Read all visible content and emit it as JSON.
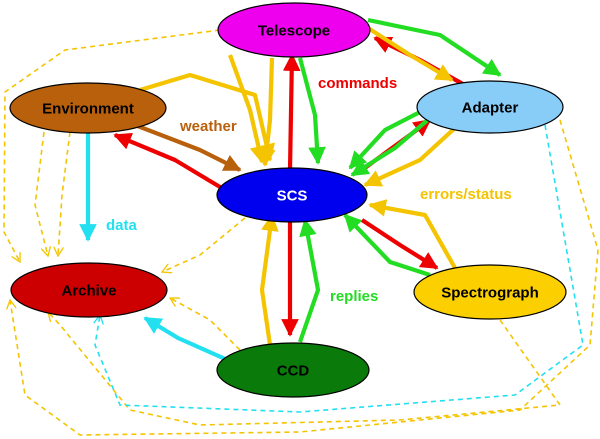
{
  "nodes": {
    "telescope": {
      "label": "Telescope",
      "fill": "#ee00ee",
      "text_color": "#000000"
    },
    "environment": {
      "label": "Environment",
      "fill": "#b8600c",
      "text_color": "#000000"
    },
    "adapter": {
      "label": "Adapter",
      "fill": "#88ccf8",
      "text_color": "#000000"
    },
    "scs": {
      "label": "SCS",
      "fill": "#0000ee",
      "text_color": "#ffffff"
    },
    "archive": {
      "label": "Archive",
      "fill": "#cc0000",
      "text_color": "#000000"
    },
    "spectrograph": {
      "label": "Spectrograph",
      "fill": "#fcd000",
      "text_color": "#000000"
    },
    "ccd": {
      "label": "CCD",
      "fill": "#0a7a0a",
      "text_color": "#000000"
    }
  },
  "edge_labels": {
    "commands": {
      "text": "commands",
      "color": "#ee0000"
    },
    "weather": {
      "text": "weather",
      "color": "#b8600c"
    },
    "data": {
      "text": "data",
      "color": "#22e0f0"
    },
    "errors_status": {
      "text": "errors/status",
      "color": "#f4c400"
    },
    "replies": {
      "text": "replies",
      "color": "#22dd22"
    }
  },
  "colors": {
    "commands": "#ee0000",
    "replies": "#22dd22",
    "errors_status": "#f4c400",
    "weather": "#b8600c",
    "data": "#22e0f0"
  }
}
